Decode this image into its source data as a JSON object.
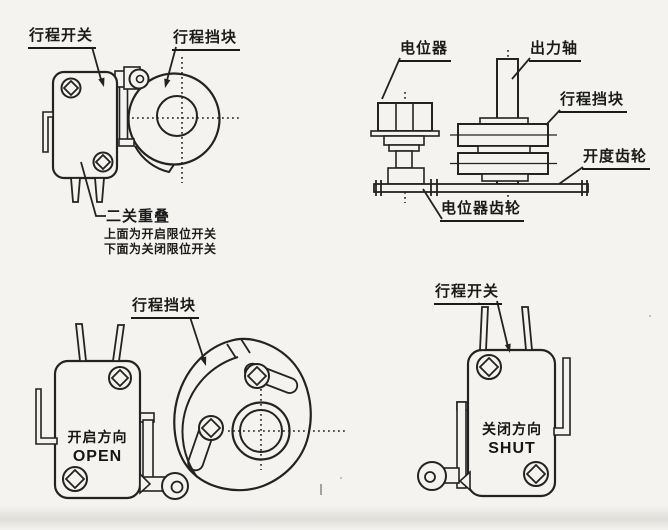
{
  "bg_color": "#f4f3ef",
  "ink_color": "#232323",
  "panels": {
    "top_left": {
      "labels": {
        "limit_switch": "行程开关",
        "travel_block": "行程挡块",
        "overlap_title": "二关重叠",
        "overlap_line1": "上面为开启限位开关",
        "overlap_line2": "下面为关闭限位开关"
      }
    },
    "top_right": {
      "labels": {
        "potentiometer": "电位器",
        "output_shaft": "出力轴",
        "travel_block": "行程挡块",
        "opening_gear": "开度齿轮",
        "potentiometer_gear": "电位器齿轮"
      }
    },
    "bottom_left": {
      "labels": {
        "travel_block": "行程挡块",
        "direction_cn": "开启方向",
        "direction_en": "OPEN"
      }
    },
    "bottom_right": {
      "labels": {
        "limit_switch": "行程开关",
        "direction_cn": "关闭方向",
        "direction_en": "SHUT"
      }
    }
  }
}
